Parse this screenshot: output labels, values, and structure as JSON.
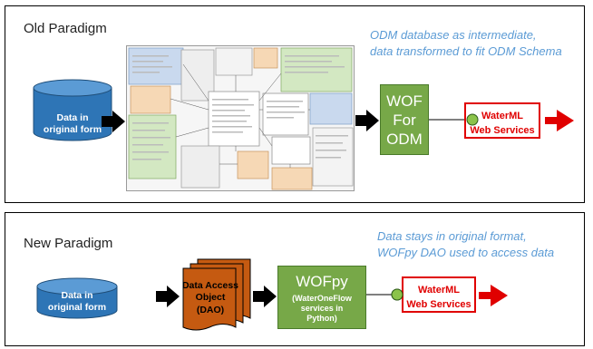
{
  "old": {
    "title": "Old Paradigm",
    "note_line1": "ODM database as intermediate,",
    "note_line2": "data transformed to fit ODM Schema",
    "source_line1": "Data in",
    "source_line2": "original form",
    "wof_line1": "WOF",
    "wof_line2": "For",
    "wof_line3": "ODM",
    "waterml_line1": "WaterML",
    "waterml_line2": "Web Services"
  },
  "new": {
    "title": "New Paradigm",
    "note_line1": "Data stays in original format,",
    "note_line2": "WOFpy  DAO used to access data",
    "source_line1": "Data in",
    "source_line2": "original form",
    "dao_line1": "Data Access",
    "dao_line2": "Object",
    "dao_line3": "(DAO)",
    "wofpy_title": "WOFpy",
    "wofpy_sub1": "(WaterOneFlow",
    "wofpy_sub2": "services in",
    "wofpy_sub3": "Python)",
    "waterml_line1": "WaterML",
    "waterml_line2": "Web Services"
  },
  "colors": {
    "cylinder": "#2e75b6",
    "green_box": "#77a848",
    "dao_fill": "#c55a11",
    "red": "#e00000",
    "note_text": "#5b9bd5"
  }
}
